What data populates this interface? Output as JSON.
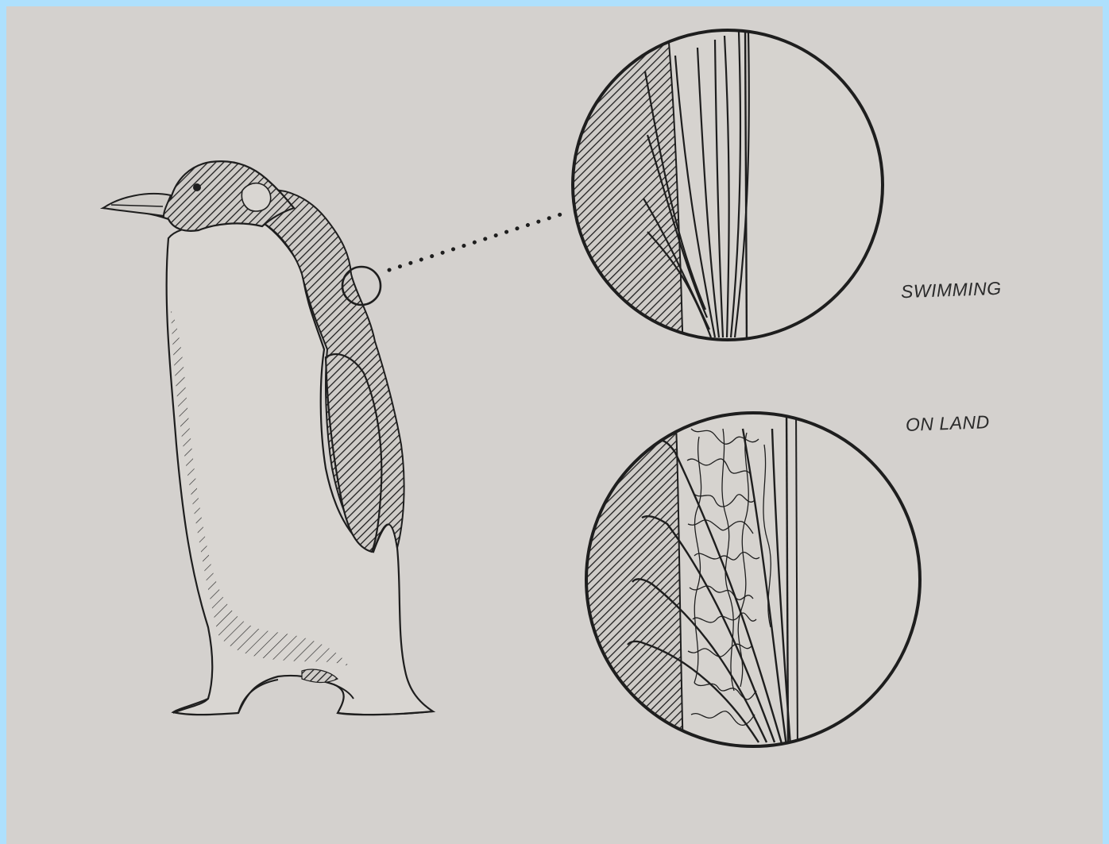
{
  "labels": {
    "swimming": "SWIMMING",
    "on_land": "ON LAND"
  },
  "colors": {
    "frame": "#aee0fd",
    "paper": "#d4d1ce",
    "ink": "#1e1e1e"
  },
  "icons": [
    "penguin-illustration",
    "magnify-circle",
    "feather-detail-swimming",
    "feather-detail-on-land"
  ]
}
